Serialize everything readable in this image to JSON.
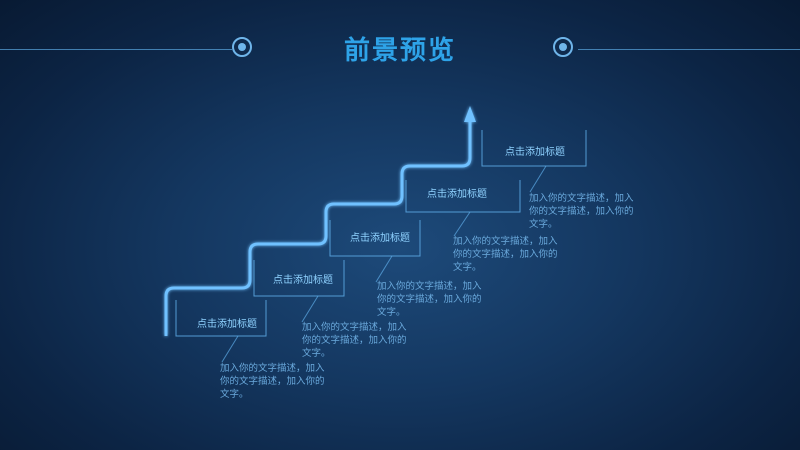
{
  "title": "前景预览",
  "steps": [
    {
      "title": "点击添加标题",
      "desc": "加入你的文字描述，加入你的文字描述，加入你的文字。"
    },
    {
      "title": "点击添加标题",
      "desc": "加入你的文字描述，加入你的文字描述，加入你的文字。"
    },
    {
      "title": "点击添加标题",
      "desc": "加入你的文字描述，加入你的文字描述，加入你的文字。"
    },
    {
      "title": "点击添加标题",
      "desc": "加入你的文字描述，加入你的文字描述，加入你的文字。"
    },
    {
      "title": "点击添加标题",
      "desc": "加入你的文字描述，加入你的文字描述，加入你的文字。"
    }
  ],
  "colors": {
    "accent": "#2ea3e8",
    "line": "#6fb5ea",
    "text": "#8fd2ff",
    "desc": "#6aa9dc",
    "background": "#0c2444"
  }
}
